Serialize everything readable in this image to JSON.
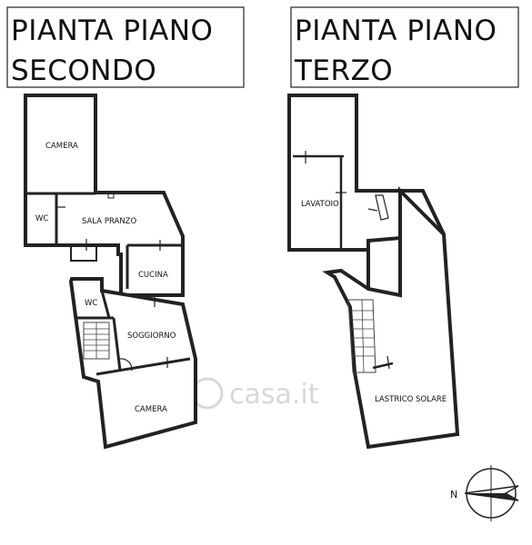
{
  "titles": {
    "second_floor": [
      "PIANTA PIANO",
      "SECONDO"
    ],
    "third_floor": [
      "PIANTA PIANO",
      "TERZO"
    ]
  },
  "second_floor_rooms": {
    "camera_top": "CAMERA",
    "wc_top": "WC",
    "sala_pranzo": "SALA PRANZO",
    "cucina": "CUCINA",
    "wc_bottom": "WC",
    "soggiorno": "SOGGIORNO",
    "camera_bottom": "CAMERA"
  },
  "third_floor_rooms": {
    "lavatoio": "LAVATOIO",
    "lastrico_solare": "LASTRICO SOLARE"
  },
  "compass": {
    "north_label": "N",
    "icon": "north-arrow-icon"
  },
  "watermark": {
    "text": "casa.it",
    "icon": "casa-logo-icon"
  }
}
